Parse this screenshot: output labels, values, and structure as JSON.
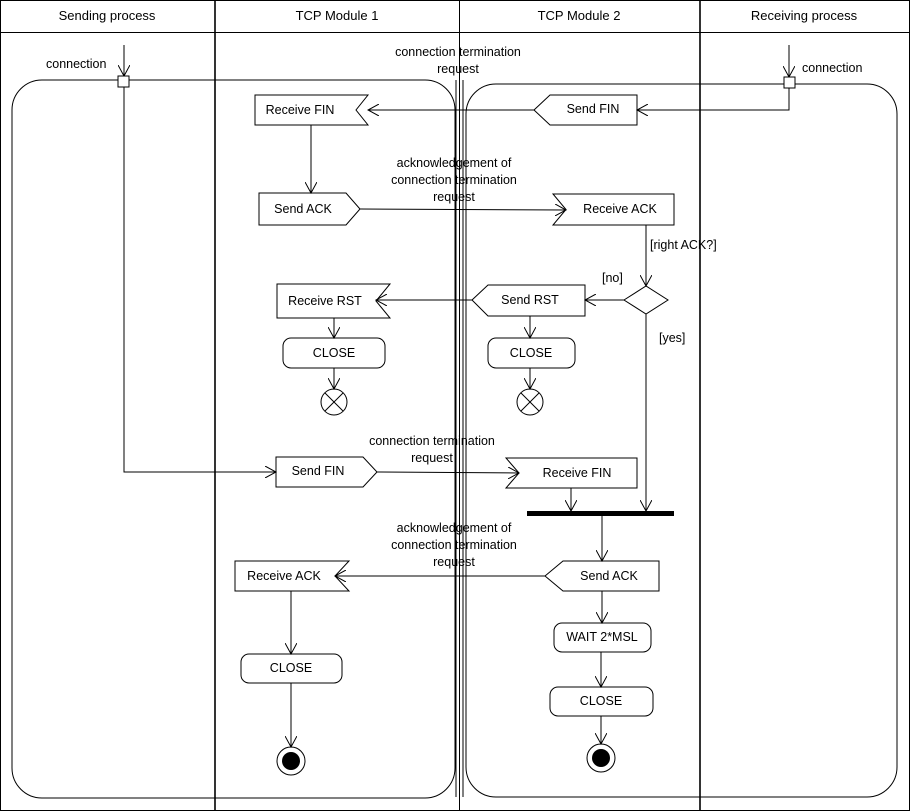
{
  "lanes": [
    "Sending process",
    "TCP Module 1",
    "TCP Module  2",
    "Receiving process"
  ],
  "pins": {
    "sending_connection": "connection",
    "receiving_connection": "connection"
  },
  "flow_labels": {
    "termination_request_1": [
      "connection termination",
      "request"
    ],
    "ack_1": [
      "acknowledgement of",
      "connection termination",
      "request"
    ],
    "termination_request_2": [
      "connection termination",
      "request"
    ],
    "ack_2": [
      "acknowledgement of",
      "connection termination",
      "request"
    ]
  },
  "guards": {
    "right_ack": "[right ACK?]",
    "no": "[no]",
    "yes": "[yes]"
  },
  "module1": {
    "receive_fin": "Receive FIN",
    "send_ack": "Send ACK",
    "receive_rst": "Receive RST",
    "close_rst": "CLOSE",
    "send_fin": "Send FIN",
    "receive_ack": "Receive ACK",
    "close_final": "CLOSE"
  },
  "module2": {
    "send_fin": "Send FIN",
    "receive_ack": "Receive ACK",
    "send_rst": "Send RST",
    "close_rst": "CLOSE",
    "receive_fin": "Receive FIN",
    "send_ack": "Send ACK",
    "wait": "WAIT 2*MSL",
    "close_final": "CLOSE"
  }
}
